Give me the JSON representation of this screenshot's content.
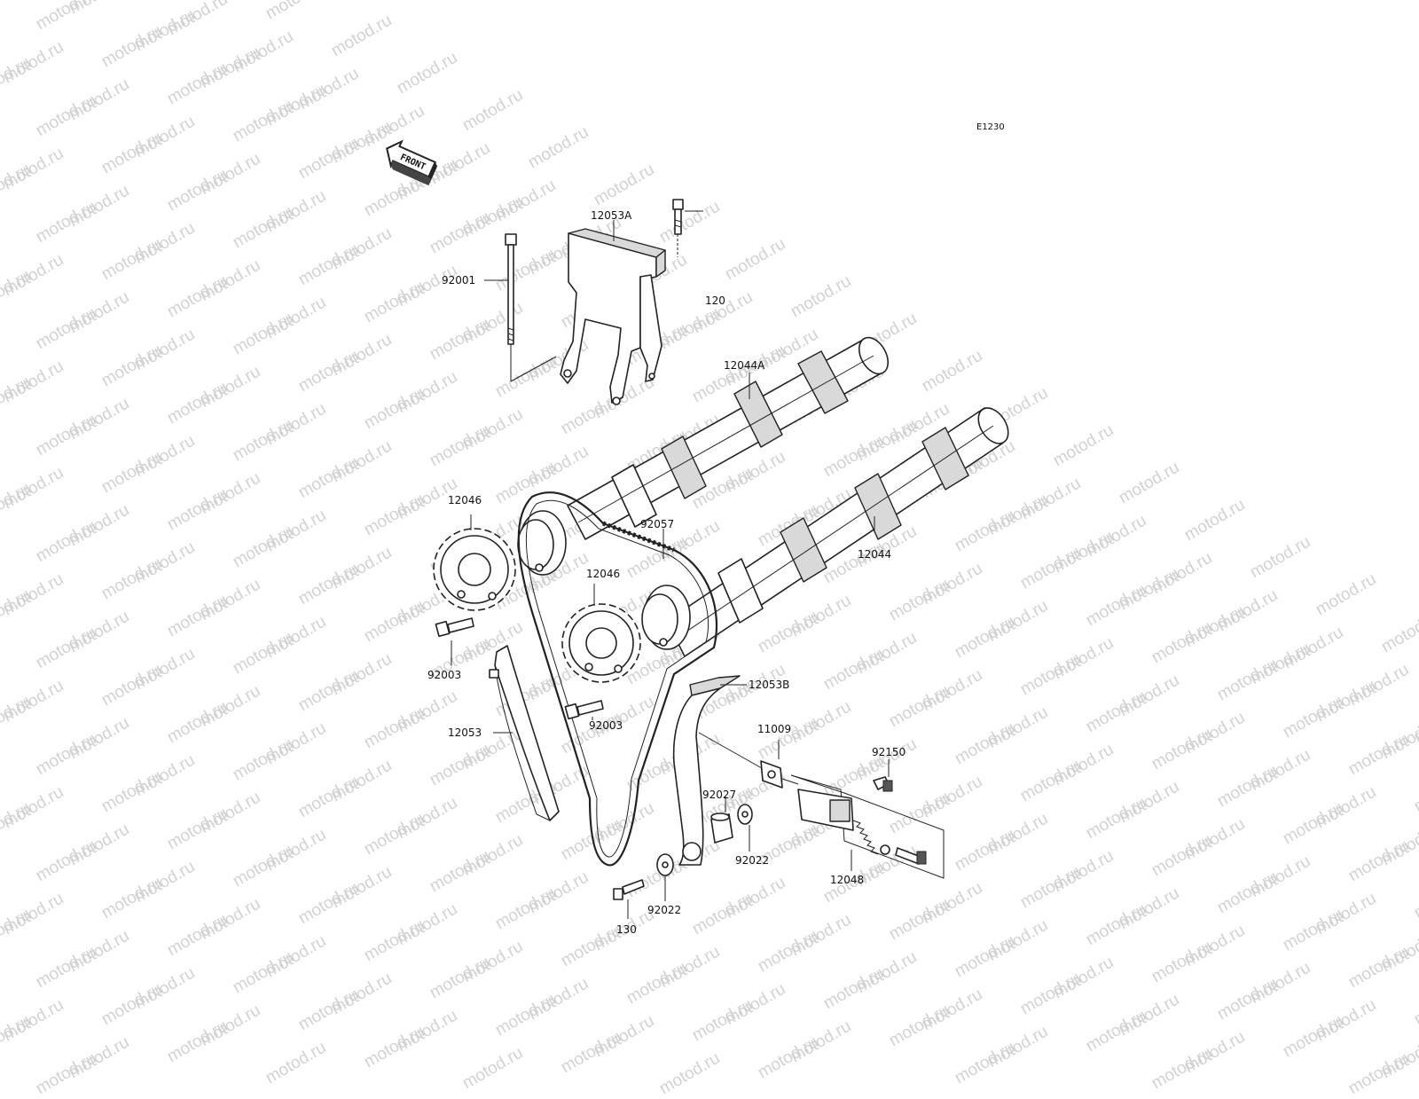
{
  "watermark": "motod.ru",
  "diagram_code": "E1230",
  "front_arrow_label": "FRONT",
  "parts": {
    "p92001": "92001",
    "p12053A": "12053A",
    "p120": "120",
    "p12044A": "12044A",
    "p12046_left": "12046",
    "p92057": "92057",
    "p12044": "12044",
    "p12046_right": "12046",
    "p92003_left": "92003",
    "p12053B": "12053B",
    "p92003_right": "92003",
    "p11009": "11009",
    "p12053": "12053",
    "p92150": "92150",
    "p92027": "92027",
    "p92022_upper": "92022",
    "p12048": "12048",
    "p92022_lower": "92022",
    "p130": "130"
  },
  "colors": {
    "line": "#222222",
    "watermark": "#d2d2d2",
    "background": "#ffffff"
  }
}
